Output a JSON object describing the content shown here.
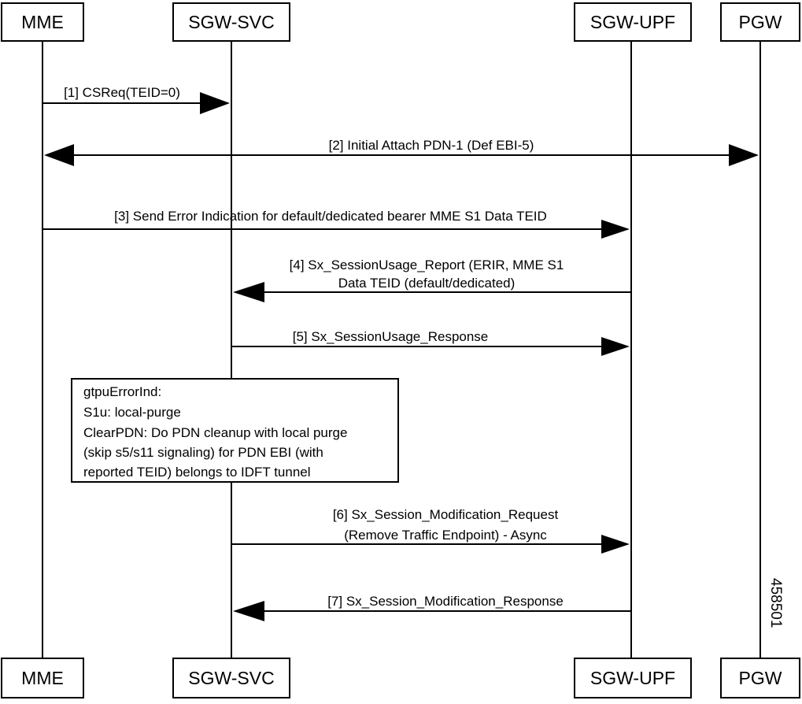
{
  "actors": {
    "mme": "MME",
    "sgw_svc": "SGW-SVC",
    "sgw_upf": "SGW-UPF",
    "pgw": "PGW"
  },
  "messages": {
    "m1": "[1] CSReq(TEID=0)",
    "m2": "[2] Initial Attach PDN-1 (Def EBI-5)",
    "m3": "[3] Send Error Indication for default/dedicated bearer MME S1 Data TEID",
    "m4_line1": "[4] Sx_SessionUsage_Report (ERIR, MME S1",
    "m4_line2": "Data TEID (default/dedicated)",
    "m5": "[5] Sx_SessionUsage_Response",
    "m6_line1": "[6] Sx_Session_Modification_Request",
    "m6_line2": "(Remove Traffic Endpoint) - Async",
    "m7": "[7] Sx_Session_Modification_Response"
  },
  "note": {
    "line1": "gtpuErrorInd:",
    "line2": "S1u: local-purge",
    "line3": "ClearPDN: Do PDN cleanup with local purge",
    "line4": "(skip s5/s11 signaling) for PDN EBI (with",
    "line5": "reported TEID) belongs to IDFT tunnel"
  },
  "figure_number": "458501"
}
